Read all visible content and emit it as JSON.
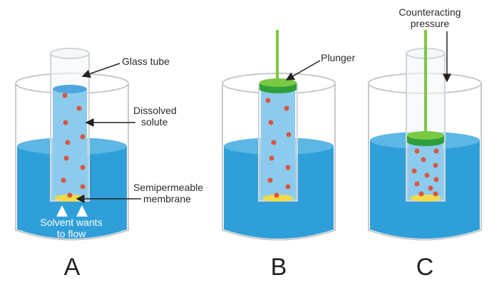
{
  "labels": {
    "glass_tube": "Glass tube",
    "dissolved_1": "Dissolved",
    "dissolved_2": "solute",
    "membrane_1": "Semipermeable",
    "membrane_2": "membrane",
    "solvent_1": "Solvent wants",
    "solvent_2": "to flow",
    "plunger": "Plunger",
    "pressure_1": "Counteracting",
    "pressure_2": "pressure"
  },
  "panels": [
    {
      "id": "A",
      "label": "A"
    },
    {
      "id": "B",
      "label": "B"
    },
    {
      "id": "C",
      "label": "C"
    }
  ],
  "colors": {
    "beaker_outline": "#c9c9c9",
    "water": "#2f9fd9",
    "tube_solution": "#8ccbed",
    "solute_dot": "#d9573f",
    "membrane": "#f2da4a",
    "plunger_cap": "#2f9e3c",
    "plunger_rod": "#7ac943"
  }
}
